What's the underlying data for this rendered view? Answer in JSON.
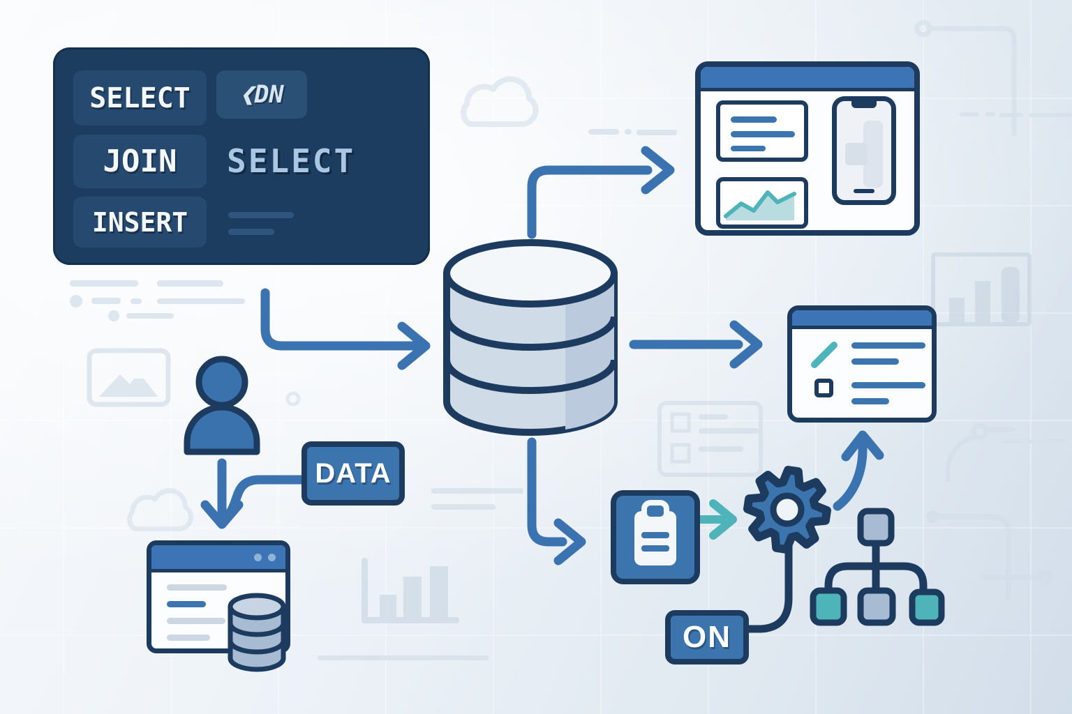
{
  "code_panel": {
    "keywords": [
      {
        "label": "SELECT"
      },
      {
        "label": "JOIN"
      },
      {
        "label": "INSERT"
      }
    ],
    "badge": {
      "arrow_glyph": "❮",
      "text": "DN"
    },
    "echo_label": "SELECT"
  },
  "tags": {
    "data_label": "DATA",
    "on_label": "ON"
  },
  "colors": {
    "navy_outline": "#1d3a5f",
    "panel_bg": "#1c3c60",
    "keyword_chip_bg": "#26496f",
    "primary_blue": "#3c74ae",
    "titlebar_blue": "#3d74b5",
    "arrow_blue": "#3a73b0",
    "teal_accent": "#4fb3ba",
    "slate_node": "#a7bcd3",
    "echo_text": "#a9c6e2",
    "canvas_light": "#f4f7fa",
    "decor_faint": "#d2dde8"
  },
  "icons": {
    "database-icon": "stacked-cylinder",
    "small-database-icon": "stacked-cylinder",
    "user-icon": "person-silhouette",
    "gear-icon": "cog-wheel",
    "clipboard-icon": "clipboard-with-lines",
    "smartphone-icon": "phone-with-notch",
    "area-chart-icon": "teal-line-area-chart",
    "check-slash-icon": "teal-tick-stroke",
    "checkbox-icon": "square-outline",
    "tree-icon": "hierarchy-three-children",
    "badge-arrow-icon": "left-chevron-arrow",
    "cloud-icon": "cloud-outline",
    "bar-chart-icon": "three-rising-bars",
    "image-placeholder-icon": "frame-with-mountains",
    "checklist-icon": "panel-with-checkboxes",
    "circuit-icon": "trace-lines-with-nodes"
  }
}
